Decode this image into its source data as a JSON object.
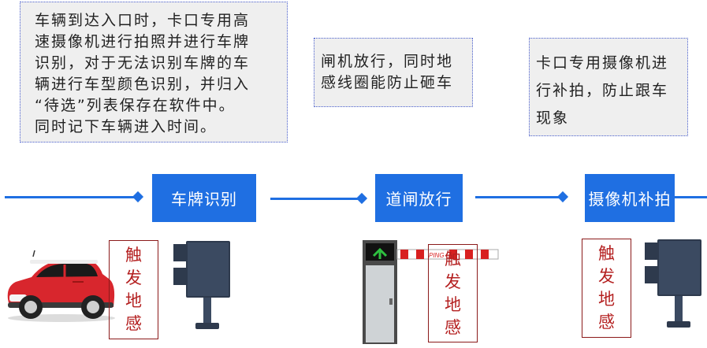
{
  "notes": [
    {
      "text": "车辆到达入口时，卡口专用高\n速摄像机进行拍照并进行车牌\n识别，对于无法识别车牌的车\n辆进行车型颜色识别，并归入\n“待选”列表保存在软件中。\n同时记下车辆进入时间。"
    },
    {
      "text": "闸机放行，同时地\n感线圈能防止砸车"
    },
    {
      "text": "卡口专用摄像机进\n行补拍，防止跟车\n现象"
    }
  ],
  "steps": [
    {
      "label": "车牌识别"
    },
    {
      "label": "道闸放行"
    },
    {
      "label": "摄像机补拍"
    }
  ],
  "sensors": [
    {
      "chars": [
        "触",
        "发",
        "地",
        "感"
      ]
    },
    {
      "chars": [
        "触",
        "发",
        "地",
        "感"
      ]
    },
    {
      "chars": [
        "触",
        "发",
        "地",
        "感"
      ]
    }
  ],
  "barrier_brand": "PING",
  "colors": {
    "accent": "#1f6fe2",
    "sensor_text": "#b42020",
    "car_body": "#d8262d",
    "camera": "#2e3a4d"
  },
  "icons": [
    "car-image",
    "camera-pole-icon",
    "barrier-gate-icon",
    "camera-pole-icon"
  ]
}
